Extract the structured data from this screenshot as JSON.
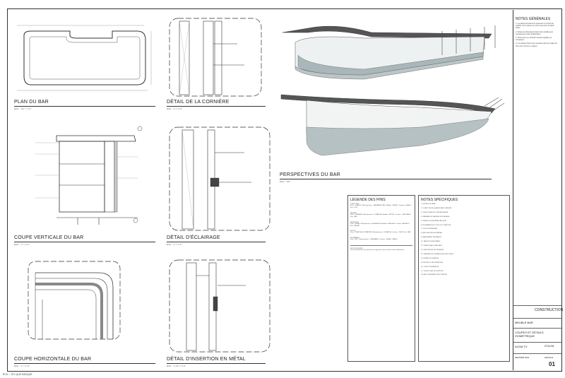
{
  "titles": {
    "plan": "PLAN DU BAR",
    "corner": "DÉTAIL DE LA CORNIÈRE",
    "perspectives": "PERSPECTIVES DU BAR",
    "vertical_section": "COUPE VERTICALE DU BAR",
    "lighting": "DÉTAIL D'ÉCLAIRAGE",
    "horizontal_section": "COUPE HORIZONTALE DU BAR",
    "metal_insert": "DÉTAIL D'INSERTION EN MÉTAL"
  },
  "scales": {
    "plan": "ÉCH. : 1/4\" = 1'-0\"",
    "corner": "ÉCH. : 3\" = 1'-0\"",
    "perspectives": "ÉCH. : N/A",
    "vertical_section": "ÉCH. : 1\" = 1'-0\"",
    "lighting": "ÉCH. : 3\" = 1'-0\"",
    "horizontal_section": "ÉCH. : 1\" = 1'-0\"",
    "metal_insert": "ÉCH. : 1 1/2\" = 1'-0\""
  },
  "notes": {
    "heading": "NOTES GÉNÉRALES",
    "items": [
      "1. Les plans permettent de présenter le concept du mobilier. Ils ne doivent en aucun cas servir de plans finaux.",
      "2. Toutes les dimensions doivent être vérifiées par l'entrepreneur avant la fabrication.",
      "3. Toute erreur ou omission doit être signalée au concepteur.",
      "4. Les travaux doivent être exécutés selon les règles de l'art et les normes en vigueur."
    ]
  },
  "legend": {
    "heading": "LÉGENDE DES FINIS",
    "entries": [
      {
        "id": "1",
        "label": "COMPTOIR",
        "fields": "Finis : QUARTZ / Manufacturier : CAESARSTONE / Modèle : BLANC / Couleur : BLANC / Fini : POLI"
      },
      {
        "id": "2",
        "label": "FAÇADE",
        "fields": "Finis : PLACAGE / Manufacturier : FORMICA / Modèle : BÉTON / Couleur : GRIS PÂLE / Fini : MAT"
      },
      {
        "id": "3",
        "label": "INSERTION",
        "fields": "Finis : MÉTAL / Manufacturier : ALUMINIUM / Modèle : BROSSÉ / Couleur : ARGENT / Fini : SATINÉ"
      },
      {
        "id": "4",
        "label": "SOCLE",
        "fields": "Finis : PLASTIQUE STRATIFIÉ / Manufacturier : FORMICA / Couleur : GRIS / Fini : MAT"
      },
      {
        "id": "5",
        "label": "ÉCLAIRAGE",
        "fields": "Finis : DEL / Manufacturier : LUMINAIRE / Couleur : BLANC CHAUD"
      }
    ],
    "footer_heading": "NOTE DES FINIS",
    "footer_text": "Tous les détails de finis doivent être approuvés par le client avant la fabrication."
  },
  "specs": {
    "heading": "NOTES SPÉCIFIQUES",
    "items": [
      "1. DESSUS DU BAR",
      "2. COMPTOIR EN QUARTZ AVEC REBORD",
      "3. STRUCTURE EN CONTREPLAQUÉ",
      "4. PANNEAU DE FAÇADE EN PLACAGE",
      "5. INSERTION EN MÉTAL BROSSÉ",
      "6. ÉCLAIRAGE DEL SOUS LE COMPTOIR",
      "7. SOCLE EN RETRAIT",
      "8. REPOSE-PIEDS EN MÉTAL",
      "9. RANGEMENT INTÉRIEUR",
      "10. TABLETTE AJUSTABLE",
      "11. FIXATION AU PLANCHER",
      "12. FINITION SELON LÉGENDE",
      "13. VÉRIFIER LES DIMENSIONS SUR PLACE",
      "14. DÉTAIL DE FIXATION",
      "15. ACCÈS POUR ENTRETIEN",
      "16. JOINT D'EXPANSION",
      "17. STRUCTURE DE SUPPORT",
      "18. RACCORDEMENT ÉLECTRIQUE"
    ]
  },
  "title_block": {
    "stage": "CONSTRUCTION",
    "item_label": "MEUBLE BAR",
    "project": "COUPES ET DÉTAILS ISOMÉTRIQUE",
    "client": "ALDIA TV",
    "drawn": "DESSINÉ PAR",
    "date": "07/11/18",
    "page_label": "FEUILLE",
    "sheet_number": "01"
  },
  "footer": "ÉCH. : TEL QUE INDIQUÉ"
}
